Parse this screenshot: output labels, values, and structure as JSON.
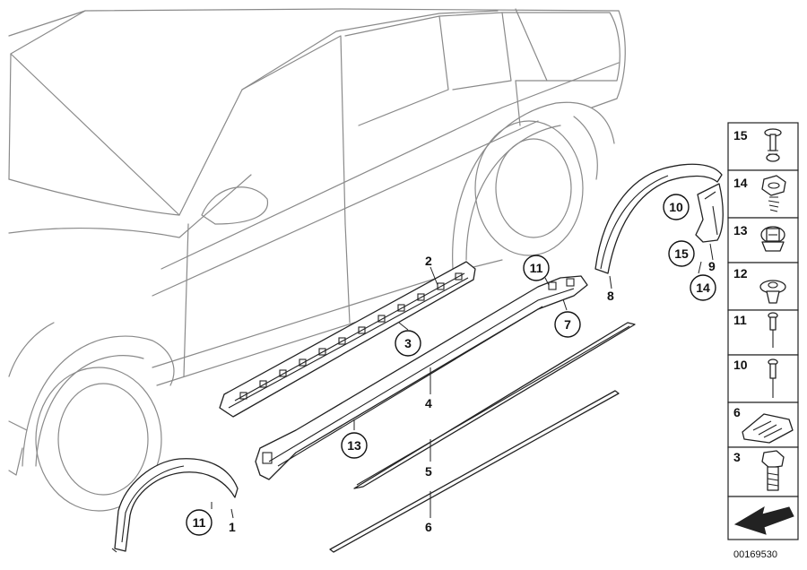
{
  "diagram": {
    "callouts_plain": [
      "2",
      "4",
      "5",
      "6",
      "1",
      "8",
      "9"
    ],
    "callouts_circled": [
      "3",
      "11",
      "7",
      "13",
      "10",
      "15",
      "14",
      "11"
    ],
    "sidebar": [
      "15",
      "14",
      "13",
      "12",
      "11",
      "10",
      "6",
      "3"
    ],
    "reference_number": "00169530"
  }
}
